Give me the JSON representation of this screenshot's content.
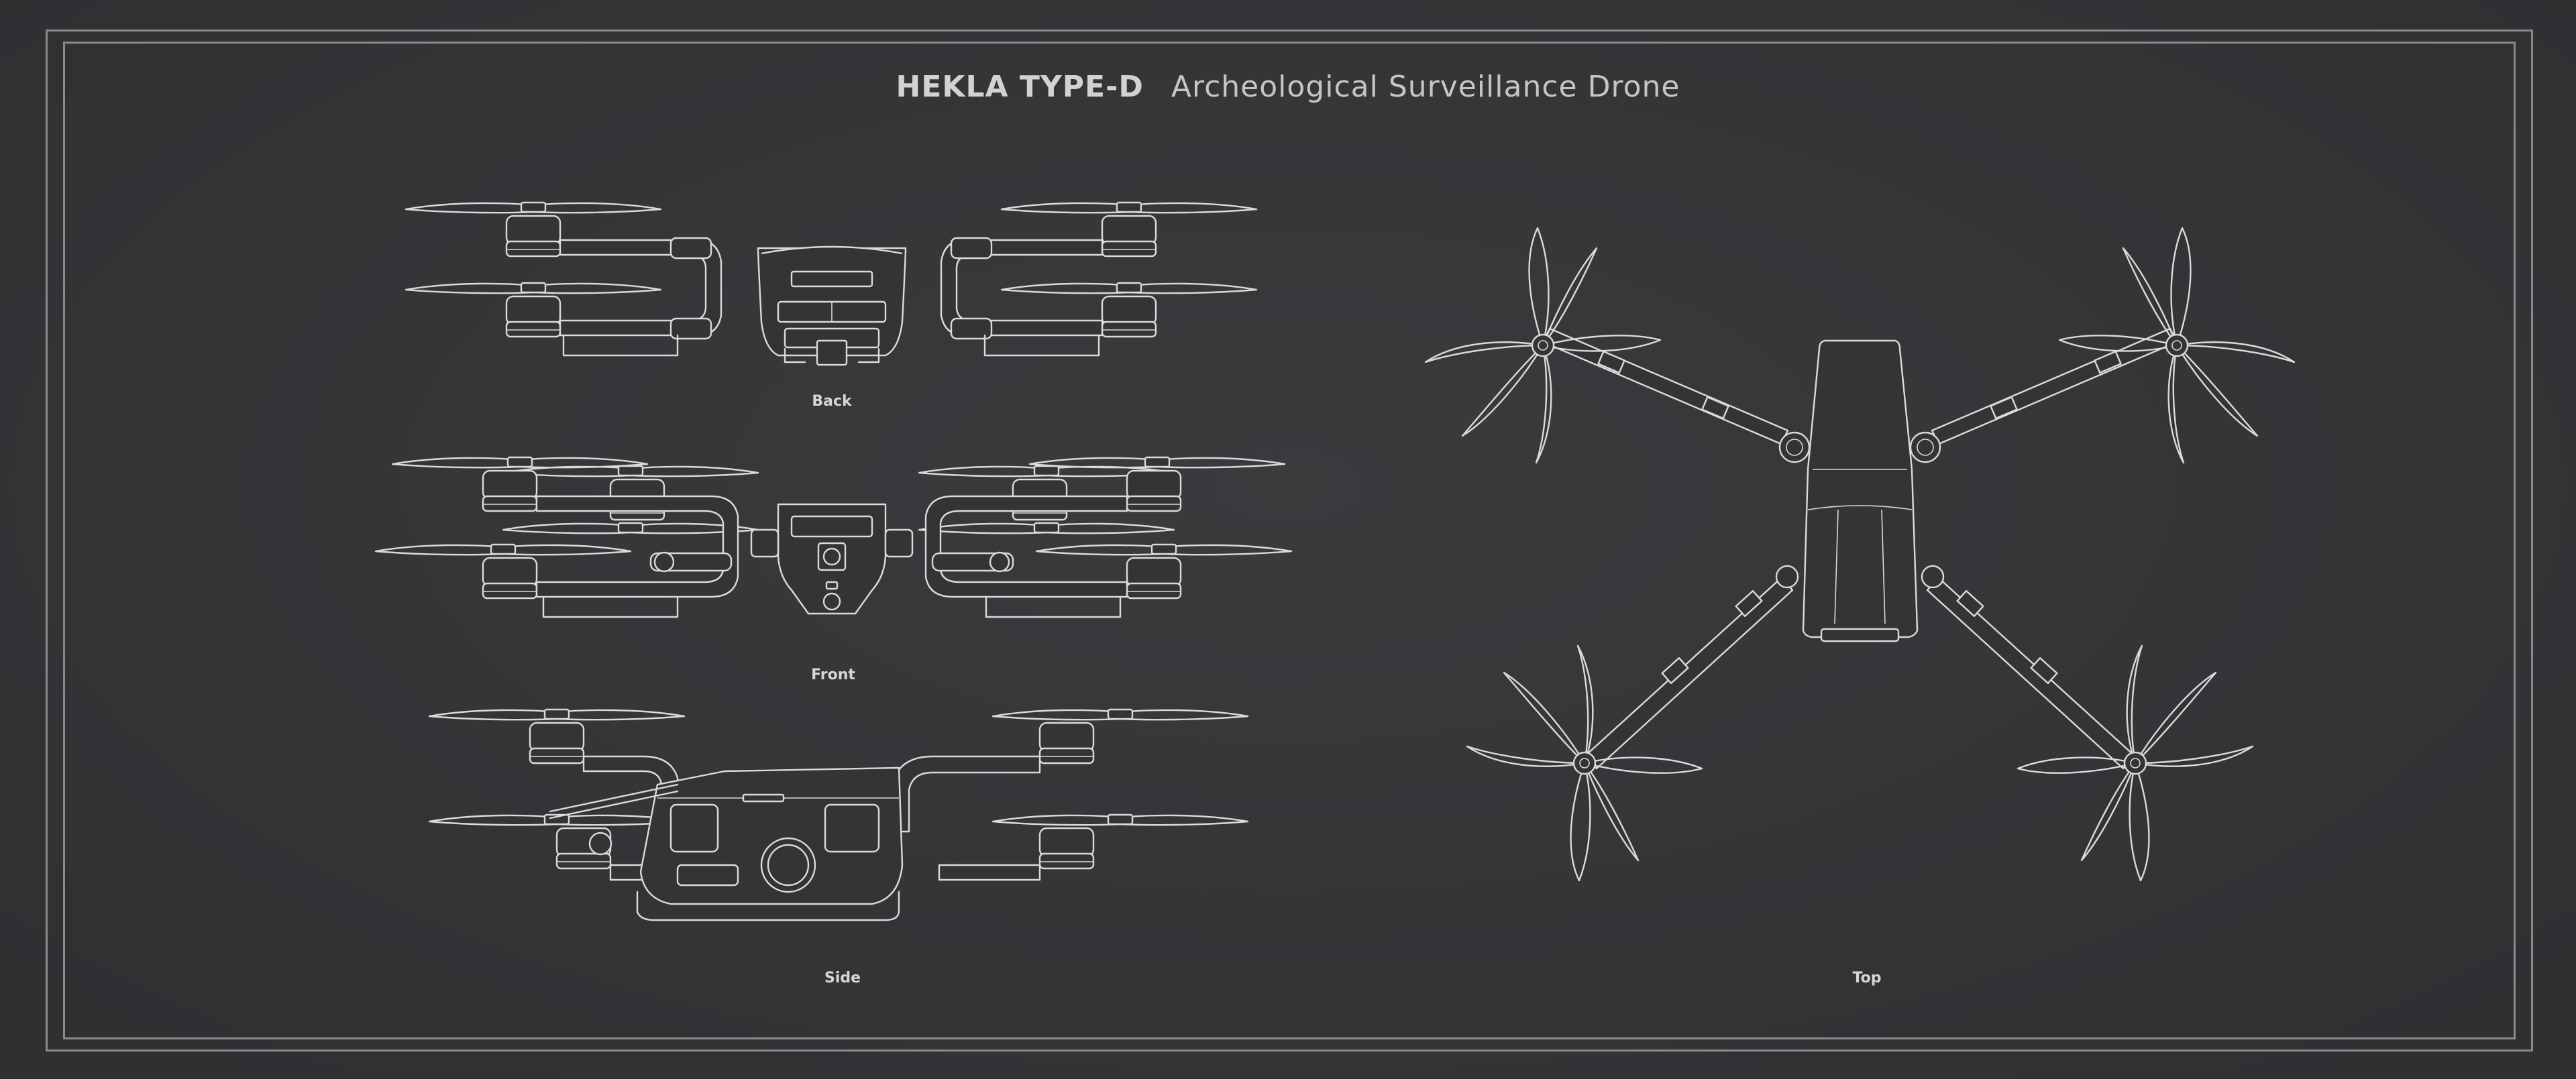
{
  "header": {
    "model": "HEKLA TYPE-D",
    "subtitle": "Archeological Surveillance Drone"
  },
  "views": [
    {
      "id": "back",
      "label": "Back"
    },
    {
      "id": "front",
      "label": "Front"
    },
    {
      "id": "side",
      "label": "Side"
    },
    {
      "id": "top",
      "label": "Top"
    }
  ],
  "colors": {
    "background": "#343437",
    "line": "#dcdad8",
    "frame": "#8c8a88"
  }
}
